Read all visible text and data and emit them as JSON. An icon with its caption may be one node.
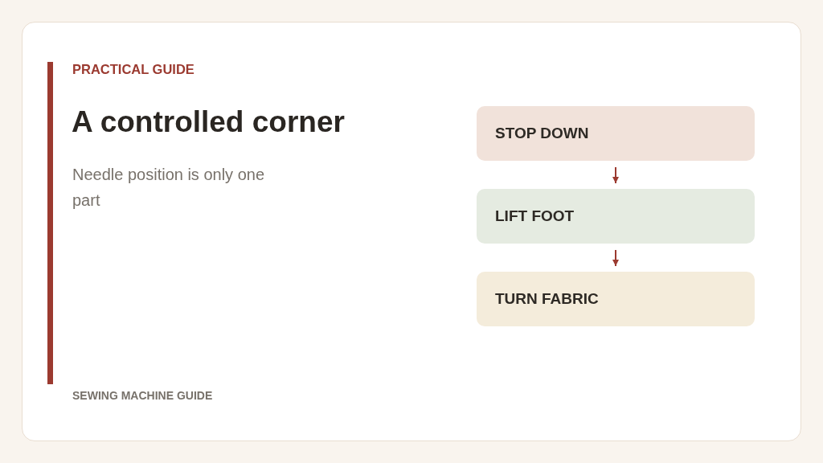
{
  "diagram": {
    "title": "A controlled corner",
    "nodes": [
      {
        "text": [
          "STOP DOWN"
        ]
      },
      {
        "text": [
          "LIFT FOOT"
        ]
      },
      {
        "text": [
          "TURN FABRIC"
        ]
      }
    ],
    "edges": [
      {
        "from": 0,
        "to": 1,
        "arrow": "to"
      },
      {
        "from": 1,
        "to": 2,
        "arrow": "to"
      }
    ],
    "labels": [
      "PRACTICAL GUIDE",
      "Needle position is only one part",
      "SEWING MACHINE GUIDE"
    ]
  }
}
